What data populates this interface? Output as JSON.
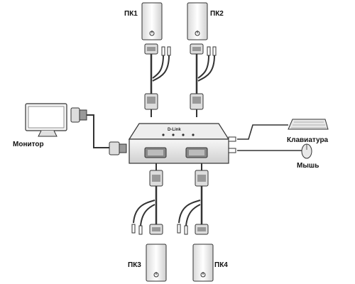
{
  "pcs": [
    {
      "label": "ПК1"
    },
    {
      "label": "ПК2"
    },
    {
      "label": "ПК3"
    },
    {
      "label": "ПК4"
    }
  ],
  "monitor": {
    "label": "Монитор"
  },
  "keyboard": {
    "label": "Клавиатура"
  },
  "mouse": {
    "label": "Мышь"
  },
  "kvm": {
    "brand": "D-Link"
  },
  "colors": {
    "stroke": "#333333",
    "device_fill": "#f4f4f4",
    "switch_fill": "#e6e6e6"
  }
}
